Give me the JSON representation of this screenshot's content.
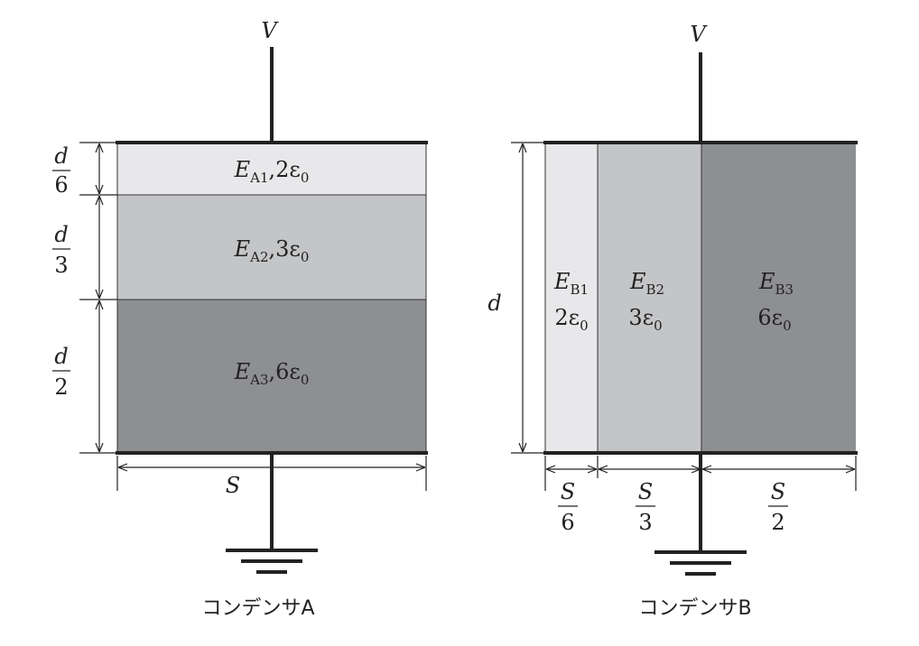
{
  "capacitor_a": {
    "voltage_label": "V",
    "width_label": "S",
    "caption": "コンデンサA",
    "layers": [
      {
        "field": "E",
        "sub": "A1",
        "perm": ",2ε",
        "perm_sub": "0",
        "thickness_num": "d",
        "thickness_den": "6",
        "fraction": 0.1667,
        "color": "#e8e8ea"
      },
      {
        "field": "E",
        "sub": "A2",
        "perm": ",3ε",
        "perm_sub": "0",
        "thickness_num": "d",
        "thickness_den": "3",
        "fraction": 0.3333,
        "color": "#c4c5c7"
      },
      {
        "field": "E",
        "sub": "A3",
        "perm": ",6ε",
        "perm_sub": "0",
        "thickness_num": "d",
        "thickness_den": "2",
        "fraction": 0.5,
        "color": "#8e8f92"
      }
    ]
  },
  "capacitor_b": {
    "voltage_label": "V",
    "height_label": "d",
    "caption": "コンデンサB",
    "layers": [
      {
        "field": "E",
        "sub": "B1",
        "perm": "2ε",
        "perm_sub": "0",
        "width_num": "S",
        "width_den": "6",
        "fraction": 0.1667,
        "color": "#e8e8ea"
      },
      {
        "field": "E",
        "sub": "B2",
        "perm": "3ε",
        "perm_sub": "0",
        "width_num": "S",
        "width_den": "3",
        "fraction": 0.3333,
        "color": "#c4c5c7"
      },
      {
        "field": "E",
        "sub": "B3",
        "perm": "6ε",
        "perm_sub": "0",
        "width_num": "S",
        "width_den": "2",
        "fraction": 0.5,
        "color": "#8e8f92"
      }
    ]
  }
}
